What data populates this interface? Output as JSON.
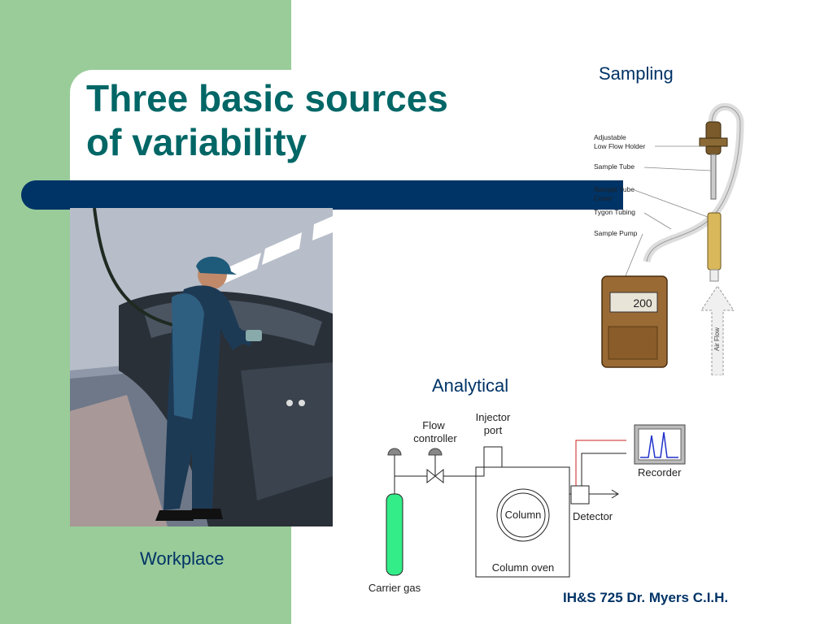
{
  "slide": {
    "title_line1": "Three basic sources",
    "title_line2": "of variability",
    "footer": "IH&S 725 Dr. Myers C.I.H."
  },
  "labels": {
    "sampling": "Sampling",
    "analytical": "Analytical",
    "workplace": "Workplace"
  },
  "sampling_diagram": {
    "callouts": [
      "Adjustable",
      "Low Flow Holder",
      "Sample Tube",
      "Sample Tube",
      "Cover",
      "Tygon Tubing",
      "Sample Pump"
    ],
    "pump_display": "200",
    "arrow_text": "Air Flow"
  },
  "gc_diagram": {
    "flow_controller_1": "Flow",
    "flow_controller_2": "controller",
    "injector_1": "Injector",
    "injector_2": "port",
    "column": "Column",
    "column_oven": "Column oven",
    "detector": "Detector",
    "recorder": "Recorder",
    "carrier_gas": "Carrier gas"
  },
  "colors": {
    "green": "#99cc99",
    "title": "#006666",
    "bar": "#003366",
    "gas_cylinder": "#33ee88"
  }
}
